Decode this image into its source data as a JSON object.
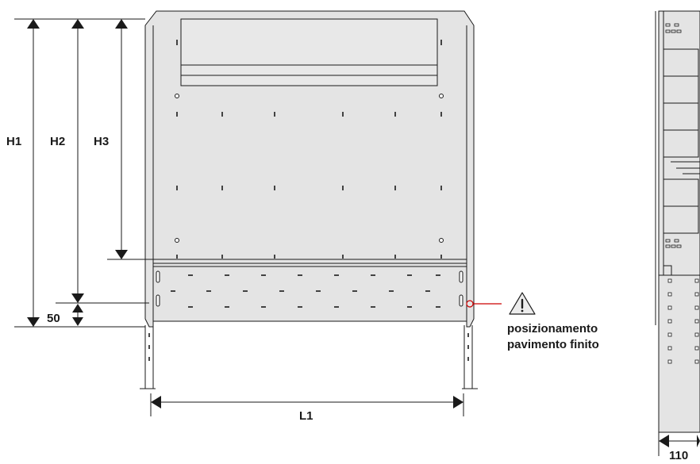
{
  "dimensions": {
    "h1": "H1",
    "h2": "H2",
    "h3": "H3",
    "h_50": "50",
    "l1": "L1",
    "side_110": "110"
  },
  "note": {
    "line1": "posizionamento",
    "line2": "pavimento finito",
    "warning_icon": "warning-triangle-icon",
    "accent_color": "#cc0000"
  }
}
